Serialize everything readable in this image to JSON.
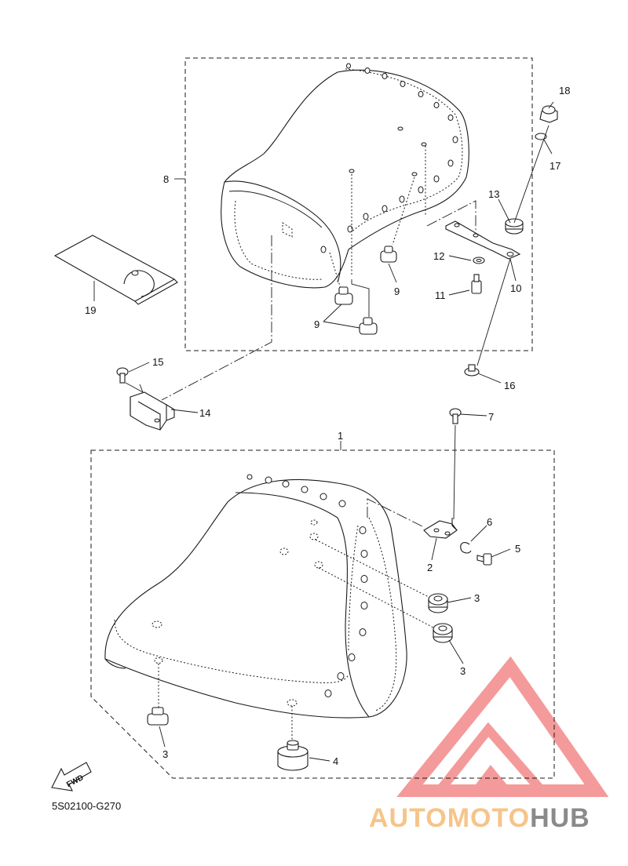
{
  "diagram": {
    "code": "5S02100-G270",
    "fwd_label": "FWD",
    "callouts": {
      "c1": "1",
      "c2": "2",
      "c3a": "3",
      "c3b": "3",
      "c3c": "3",
      "c4": "4",
      "c5": "5",
      "c6": "6",
      "c7": "7",
      "c8": "8",
      "c9a": "9",
      "c9b": "9",
      "c10": "10",
      "c11": "11",
      "c12": "12",
      "c13": "13",
      "c14": "14",
      "c15": "15",
      "c16": "16",
      "c17": "17",
      "c18": "18",
      "c19": "19"
    }
  },
  "watermark": {
    "part1": "AUTOMOTO",
    "part2": "HUB",
    "colors": {
      "orange": "#f6c48a",
      "red": "#f08a8a",
      "gray": "#8a8a8a"
    }
  }
}
